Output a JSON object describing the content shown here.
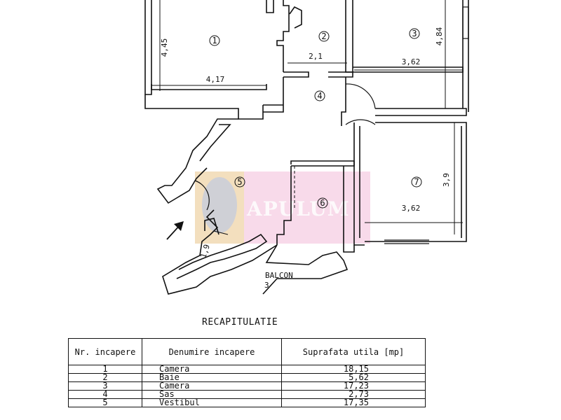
{
  "plan": {
    "rooms": [
      {
        "number": "1"
      },
      {
        "number": "2"
      },
      {
        "number": "3"
      },
      {
        "number": "4"
      },
      {
        "number": "5"
      },
      {
        "number": "6"
      },
      {
        "number": "7"
      }
    ],
    "dimensions": [
      "4,45",
      "4,17",
      "2,1",
      "4,84",
      "3,62",
      "3,9",
      "3,62",
      "1,9"
    ],
    "balcony_label": "BALCON",
    "balcony_number": "3",
    "watermark": "APULUM"
  },
  "recap": {
    "title": "RECAPITULATIE",
    "headers": {
      "nr": "Nr. incapere",
      "name": "Denumire incapere",
      "area": "Suprafata utila [mp]"
    },
    "rows": [
      {
        "nr": "1",
        "name": "Camera",
        "area": "18,15"
      },
      {
        "nr": "2",
        "name": "Baie",
        "area": "5,62"
      },
      {
        "nr": "3",
        "name": "Camera",
        "area": "17,23"
      },
      {
        "nr": "4",
        "name": "Sas",
        "area": "2,73"
      },
      {
        "nr": "5",
        "name": "Vestibul",
        "area": "17,35"
      }
    ]
  },
  "colors": {
    "watermark_tint": "#f4c7e0",
    "line": "#111111"
  }
}
